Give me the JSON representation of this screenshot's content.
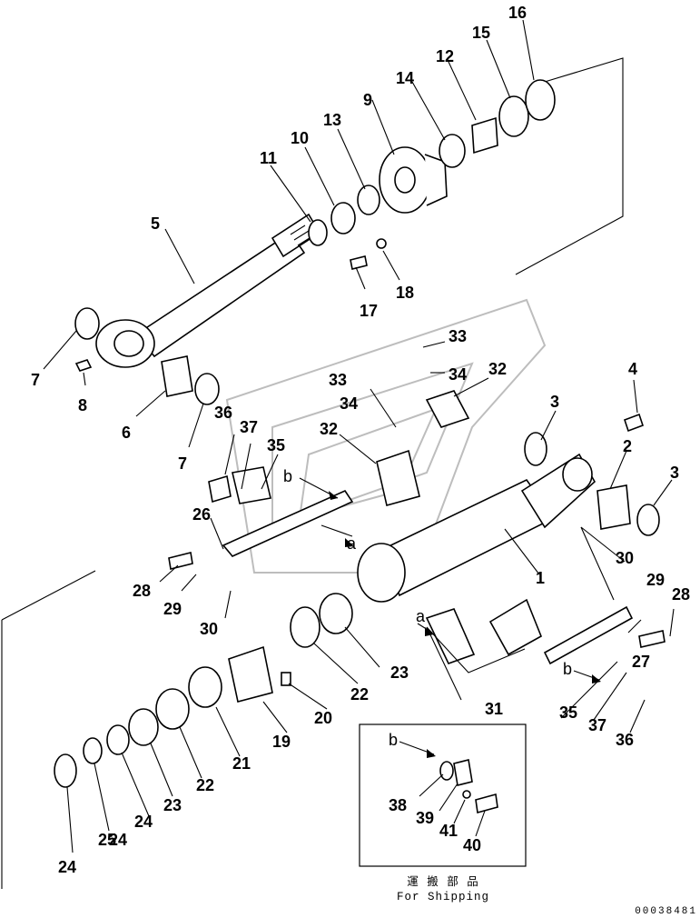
{
  "callouts": [
    "1",
    "2",
    "3",
    "3",
    "4",
    "5",
    "6",
    "7",
    "7",
    "8",
    "9",
    "10",
    "11",
    "12",
    "13",
    "14",
    "15",
    "16",
    "17",
    "18",
    "19",
    "20",
    "21",
    "22",
    "22",
    "23",
    "23",
    "24",
    "24",
    "24",
    "25",
    "26",
    "27",
    "28",
    "28",
    "29",
    "29",
    "30",
    "30",
    "31",
    "32",
    "32",
    "33",
    "33",
    "34",
    "34",
    "35",
    "35",
    "36",
    "36",
    "37",
    "37",
    "38",
    "39",
    "40",
    "41"
  ],
  "view_markers": [
    "a",
    "a",
    "b",
    "b",
    "b"
  ],
  "inset_caption_jp": "運 搬 部 品",
  "inset_caption_en": "For Shipping",
  "drawing_code": "00038481"
}
